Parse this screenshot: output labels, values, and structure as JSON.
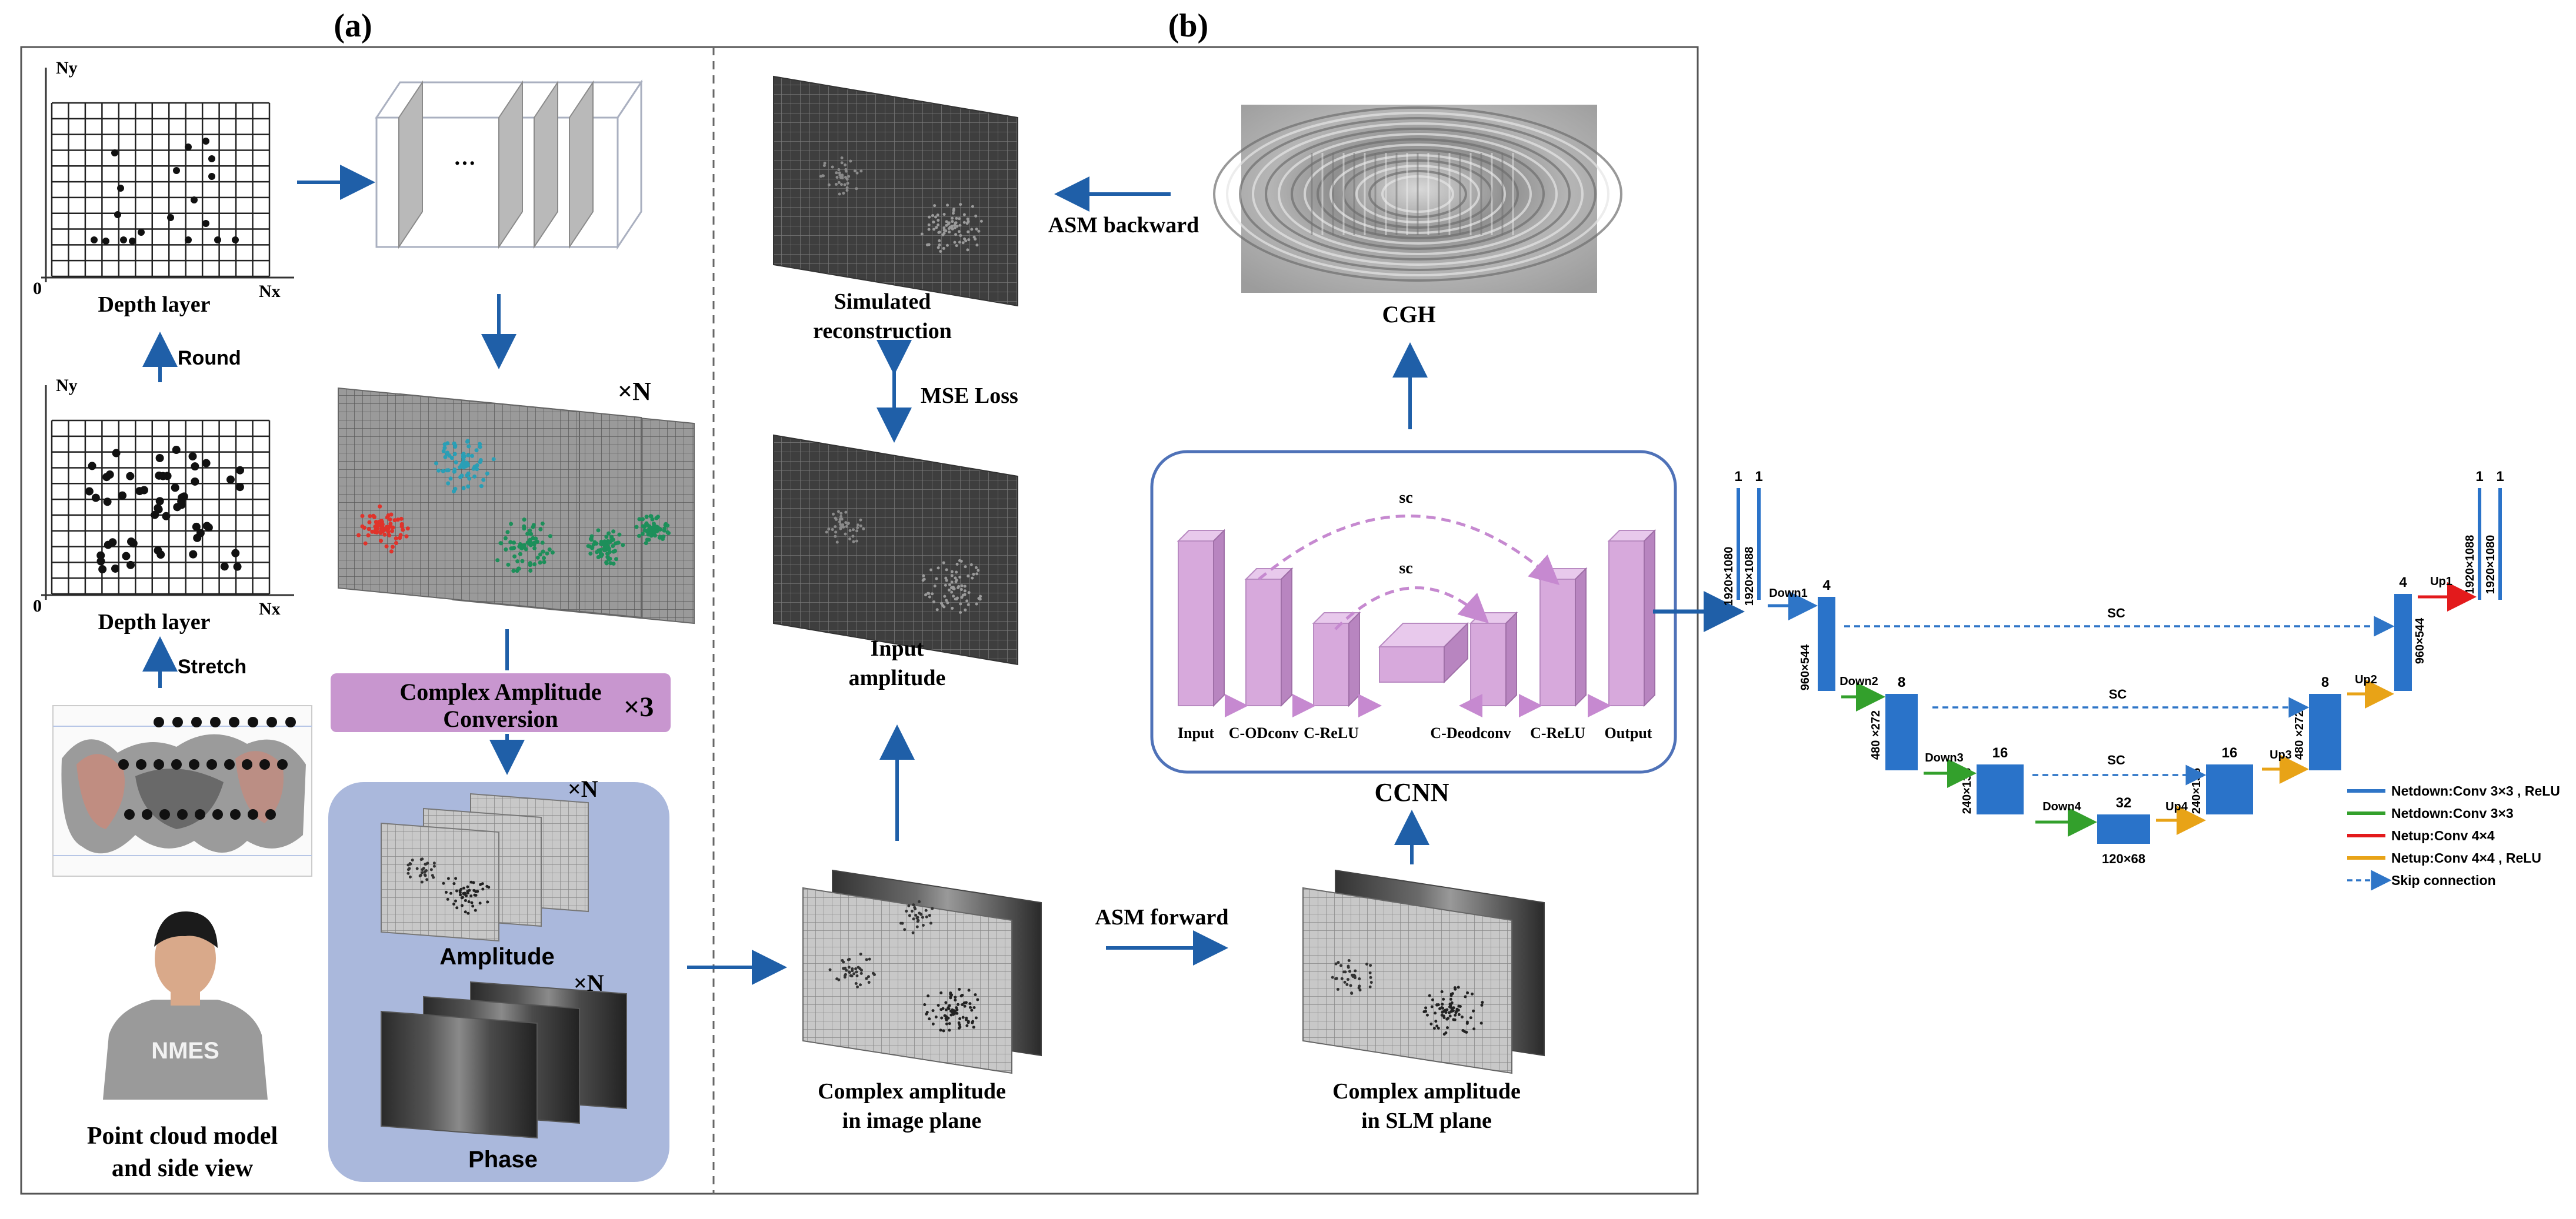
{
  "panels": {
    "a": {
      "label": "(a)",
      "depth_layer_top": {
        "title": "Depth layer",
        "y_axis": "Ny",
        "x_axis": "Nx",
        "origin": "0"
      },
      "depth_layer_bottom": {
        "title": "Depth layer",
        "y_axis": "Ny",
        "x_axis": "Nx",
        "origin": "0"
      },
      "round_label": "Round",
      "stretch_label": "Stretch",
      "layers_ellipsis": "···",
      "times_n_points": "×N",
      "conversion": {
        "line1": "Complex Amplitude",
        "line2": "Conversion",
        "multiplier": "×3"
      },
      "amplitude": {
        "label": "Amplitude",
        "times": "×N"
      },
      "phase": {
        "label": "Phase",
        "times": "×N"
      },
      "point_cloud_caption": {
        "line1": "Point cloud model",
        "line2": "and side view"
      },
      "tshirt_text": "NMES"
    },
    "b": {
      "label": "(b)",
      "simulated": {
        "line1": "Simulated",
        "line2": "reconstruction"
      },
      "asm_backward": "ASM backward",
      "cgh": "CGH",
      "mse_loss": "MSE Loss",
      "input_amplitude": {
        "line1": "Input",
        "line2": "amplitude"
      },
      "ccnn": {
        "title": "CCNN",
        "sc": "sc",
        "blocks": [
          "Input",
          "C-ODconv",
          "C-ReLU",
          "C-Deodconv",
          "C-ReLU",
          "Output"
        ]
      },
      "asm_forward": "ASM forward",
      "image_plane": {
        "line1": "Complex amplitude",
        "line2": "in image plane"
      },
      "slm_plane": {
        "line1": "Complex amplitude",
        "line2": "in SLM plane"
      }
    },
    "unet": {
      "input_channels": [
        "1",
        "1"
      ],
      "input_dims": [
        "1920×1080",
        "1920×1088"
      ],
      "output_channels": [
        "1",
        "1"
      ],
      "output_dims": [
        "1920×1088",
        "1920×1080"
      ],
      "down_labels": [
        "Down1",
        "Down2",
        "Down3",
        "Down4"
      ],
      "up_labels": [
        "Up1",
        "Up2",
        "Up3",
        "Up4"
      ],
      "down_channels": [
        "4",
        "8",
        "16",
        "32"
      ],
      "up_channels": [
        "4",
        "8",
        "16"
      ],
      "down_dims": [
        "960×544",
        "480 ×272",
        "240×136",
        "120×68"
      ],
      "up_dims": [
        "960×544",
        "480 ×272",
        "240×136"
      ],
      "skip_label": "SC",
      "legend": [
        {
          "label": "Netdown:Conv 3×3 , ReLU",
          "color": "#2e75c7"
        },
        {
          "label": "Netdown:Conv 3×3",
          "color": "#33a02c"
        },
        {
          "label": "Netup:Conv 4×4",
          "color": "#e31a1c"
        },
        {
          "label": "Netup:Conv 4×4 , ReLU",
          "color": "#e8a317"
        },
        {
          "label": "Skip connection",
          "color": "#2e75c7",
          "dashed": true
        }
      ]
    }
  },
  "colors": {
    "arrow": "#1f5fa8",
    "unet_block": "#2a73c9",
    "ccnn_block": "#d7a9dc",
    "conversion_box": "#c896cf",
    "amp_phase_panel": "#aab8dc",
    "ccnn_border": "#4f72b8"
  }
}
